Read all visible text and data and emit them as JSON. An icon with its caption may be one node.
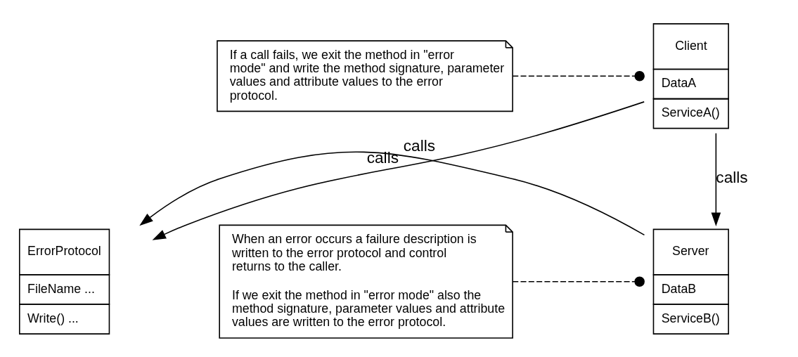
{
  "diagram": {
    "nodes": [
      {
        "text": [
          "Client",
          "DataA",
          "ServiceA()"
        ]
      },
      {
        "text": [
          "If a call fails, we exit the method in \"error mode\" and write the method signature, parameter values and attribute values to the error protocol."
        ]
      },
      {
        "text": [
          "ErrorProtocol",
          "FileName ...",
          "Write() ..."
        ]
      },
      {
        "text": [
          "Server",
          "DataB",
          "ServiceB()"
        ]
      },
      {
        "text": [
          "When an error occurs a failure description is written to the error protocol and control returns to the caller.",
          "If we exit the method in \"error mode\" also the method signature, parameter values and attribute values are written to the error protocol."
        ]
      }
    ],
    "edges": [
      {
        "from": 0,
        "to": 2,
        "arrow": "to",
        "label": "calls"
      },
      {
        "from": 0,
        "to": 3,
        "arrow": "to",
        "label": "calls"
      },
      {
        "from": 3,
        "to": 2,
        "arrow": "to",
        "label": "calls"
      },
      {
        "from": 1,
        "to": 0,
        "arrow": "other",
        "style": "dashed"
      },
      {
        "from": 4,
        "to": 3,
        "arrow": "other",
        "style": "dashed"
      }
    ]
  }
}
